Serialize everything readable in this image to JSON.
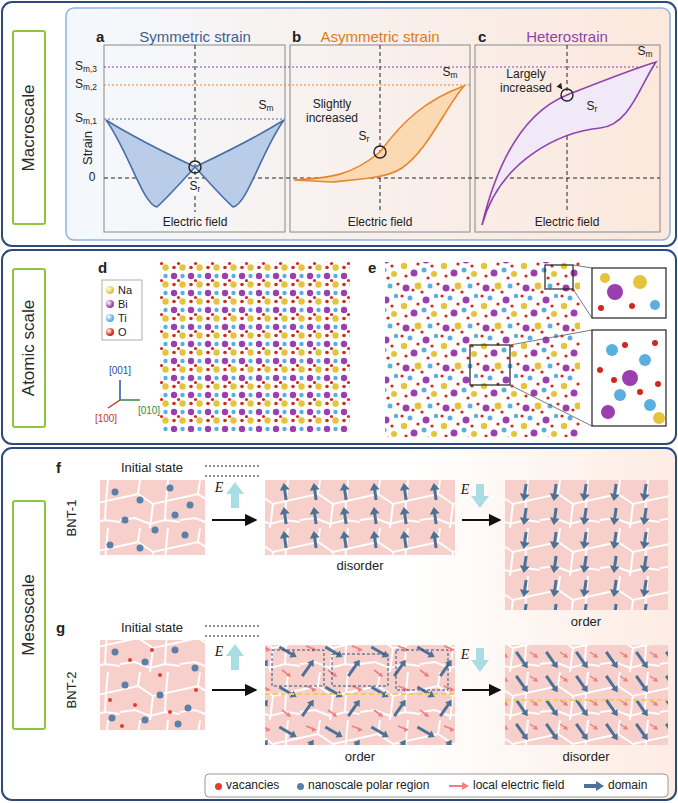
{
  "diagram": {
    "nodes": [
      {
        "text": [
          "Macroscale"
        ]
      },
      {
        "text": [
          "Atomic scale"
        ]
      },
      {
        "text": [
          "Mesoscale"
        ]
      }
    ],
    "labels": [
      "a",
      "Symmetric strain",
      "b",
      "Asymmetric strain",
      "c",
      "Heterostrain",
      "Sm,3",
      "Sm,2",
      "Sm,1",
      "0",
      "Strain",
      "Sm",
      "Sr",
      "Electric field",
      "Slightly increased",
      "Sm",
      "Sr",
      "Electric field",
      "Largely increased",
      "Sm",
      "Sr",
      "Electric field",
      "d",
      "[001]",
      "[100]",
      "[010]",
      "e",
      "f",
      "BNT-1",
      "Initial state",
      "E",
      "E",
      "disorder",
      "order",
      "g",
      "BNT-2",
      "Initial state",
      "E",
      "E",
      "order",
      "disorder"
    ],
    "legend": [
      {
        "text": "Na",
        "color": "#e5c43b"
      },
      {
        "text": "Bi",
        "color": "#9b3fb0"
      },
      {
        "text": "Ti",
        "color": "#5aaee0"
      },
      {
        "text": "O",
        "color": "#d0281c"
      },
      {
        "text": "vacancies",
        "color": "#e33b2e"
      },
      {
        "text": "nanoscale polar region",
        "color": "#5b7fa6"
      },
      {
        "text": "local electric field"
      },
      {
        "text": "domain"
      }
    ]
  }
}
